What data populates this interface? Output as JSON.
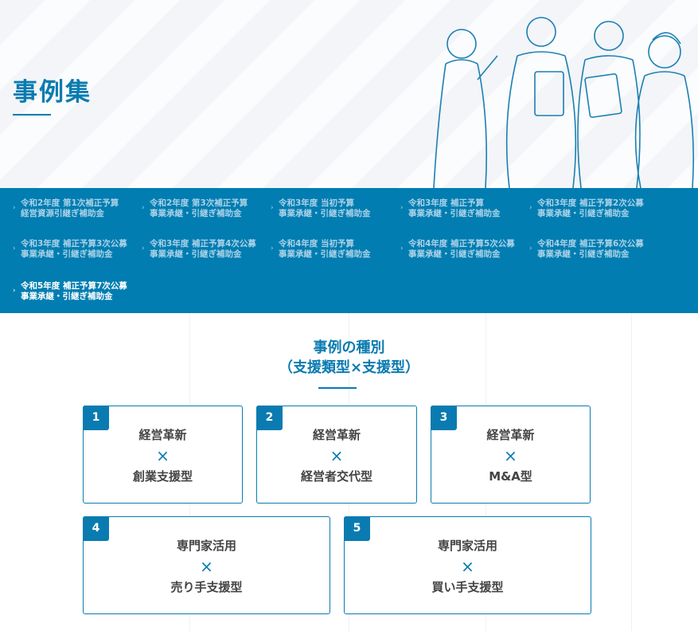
{
  "hero": {
    "title": "事例集"
  },
  "nav": [
    {
      "l1": "令和2年度 第1次補正予算",
      "l2": "経営資源引継ぎ補助金",
      "active": false
    },
    {
      "l1": "令和2年度 第3次補正予算",
      "l2": "事業承継・引継ぎ補助金",
      "active": false
    },
    {
      "l1": "令和3年度 当初予算",
      "l2": "事業承継・引継ぎ補助金",
      "active": false
    },
    {
      "l1": "令和3年度 補正予算",
      "l2": "事業承継・引継ぎ補助金",
      "active": false
    },
    {
      "l1": "令和3年度 補正予算2次公募",
      "l2": "事業承継・引継ぎ補助金",
      "active": false
    },
    {
      "l1": "令和3年度 補正予算3次公募",
      "l2": "事業承継・引継ぎ補助金",
      "active": false
    },
    {
      "l1": "令和3年度 補正予算4次公募",
      "l2": "事業承継・引継ぎ補助金",
      "active": false
    },
    {
      "l1": "令和4年度 当初予算",
      "l2": "事業承継・引継ぎ補助金",
      "active": false
    },
    {
      "l1": "令和4年度 補正予算5次公募",
      "l2": "事業承継・引継ぎ補助金",
      "active": false
    },
    {
      "l1": "令和4年度 補正予算6次公募",
      "l2": "事業承継・引継ぎ補助金",
      "active": false
    },
    {
      "l1": "令和5年度 補正予算7次公募",
      "l2": "事業承継・引継ぎ補助金",
      "active": true
    }
  ],
  "section": {
    "title1": "事例の種別",
    "title2": "（支援類型×支援型）"
  },
  "cards": [
    {
      "num": "1",
      "l1": "経営革新",
      "x": "×",
      "l2": "創業支援型"
    },
    {
      "num": "2",
      "l1": "経営革新",
      "x": "×",
      "l2": "経営者交代型"
    },
    {
      "num": "3",
      "l1": "経営革新",
      "x": "×",
      "l2": "M&A型"
    },
    {
      "num": "4",
      "l1": "専門家活用",
      "x": "×",
      "l2": "売り手支援型"
    },
    {
      "num": "5",
      "l1": "専門家活用",
      "x": "×",
      "l2": "買い手支援型"
    }
  ]
}
